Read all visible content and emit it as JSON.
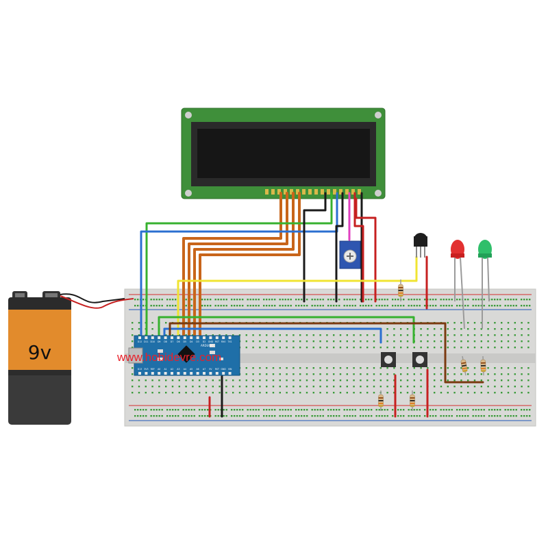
{
  "battery": {
    "label": "9v"
  },
  "watermark": {
    "text": "www.hobidevre.com"
  },
  "arduino": {
    "brand": "ARDUINO",
    "top_pins": [
      "D12",
      "D11",
      "D10",
      "D9",
      "D8",
      "D7",
      "D6",
      "D5",
      "D4",
      "D3",
      "D2",
      "GND",
      "RST",
      "RX0",
      "TX1"
    ],
    "bottom_pins": [
      "D13",
      "3V3",
      "REF",
      "A0",
      "A1",
      "A2",
      "A3",
      "A4",
      "A5",
      "A6",
      "A7",
      "5V",
      "RST",
      "GND",
      "VIN"
    ]
  },
  "colors": {
    "board": "#d8d8d6",
    "rail_red": "#d32f2f",
    "rail_blue": "#1e57b8",
    "hole_green": "#3a9a3a",
    "lcd_pcb": "#3f8f3a",
    "lcd_screen": "#1c1c1c",
    "arduino": "#1f6fa8",
    "wire_orange": "#c8651a",
    "wire_green": "#37b12f",
    "wire_blue": "#2a6fd0",
    "wire_yellow": "#f0e432",
    "wire_red": "#c62020",
    "wire_black": "#1a1a1a",
    "wire_brown": "#7a3a10",
    "wire_pink": "#e040c0",
    "led_red": "#e23030",
    "led_green": "#2fbf6a"
  }
}
